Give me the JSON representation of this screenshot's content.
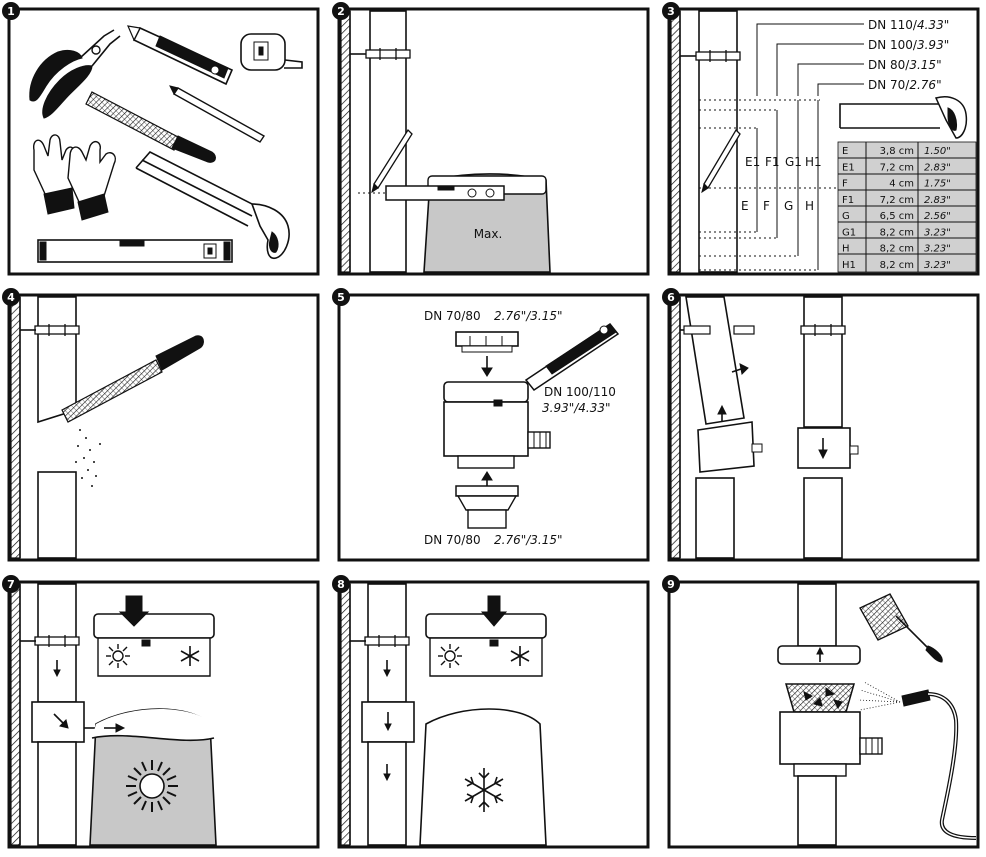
{
  "steps": [
    "1",
    "2",
    "3",
    "4",
    "5",
    "6",
    "7",
    "8",
    "9"
  ],
  "step2": {
    "max_label": "Max."
  },
  "step3": {
    "dn_labels": [
      "DN 110/",
      "DN 100/",
      "DN 80/",
      "DN 70/"
    ],
    "dn_inch": [
      "4.33\"",
      "3.93\"",
      "3.15\"",
      "2.76\""
    ],
    "upper_letters": [
      "E1",
      "F1",
      "G1",
      "H1"
    ],
    "lower_letters": [
      "E",
      "F",
      "G",
      "H"
    ],
    "table": [
      {
        "code": "E",
        "cm": "3,8 cm",
        "inch": "1.50\""
      },
      {
        "code": "E1",
        "cm": "7,2 cm",
        "inch": "2.83\""
      },
      {
        "code": "F",
        "cm": "4 cm",
        "inch": "1.75\""
      },
      {
        "code": "F1",
        "cm": "7,2 cm",
        "inch": "2.83\""
      },
      {
        "code": "G",
        "cm": "6,5 cm",
        "inch": "2.56\""
      },
      {
        "code": "G1",
        "cm": "8,2 cm",
        "inch": "3.23\""
      },
      {
        "code": "H",
        "cm": "8,2 cm",
        "inch": "3.23\""
      },
      {
        "code": "H1",
        "cm": "8,2 cm",
        "inch": "3.23\""
      }
    ]
  },
  "step5": {
    "top_dn": "DN 70/80",
    "top_inch": "2.76\"/3.15\"",
    "mid_dn": "DN 100/110",
    "mid_inch": "3.93\"/4.33\"",
    "bottom_dn": "DN 70/80",
    "bottom_inch": "2.76\"/3.15\""
  }
}
